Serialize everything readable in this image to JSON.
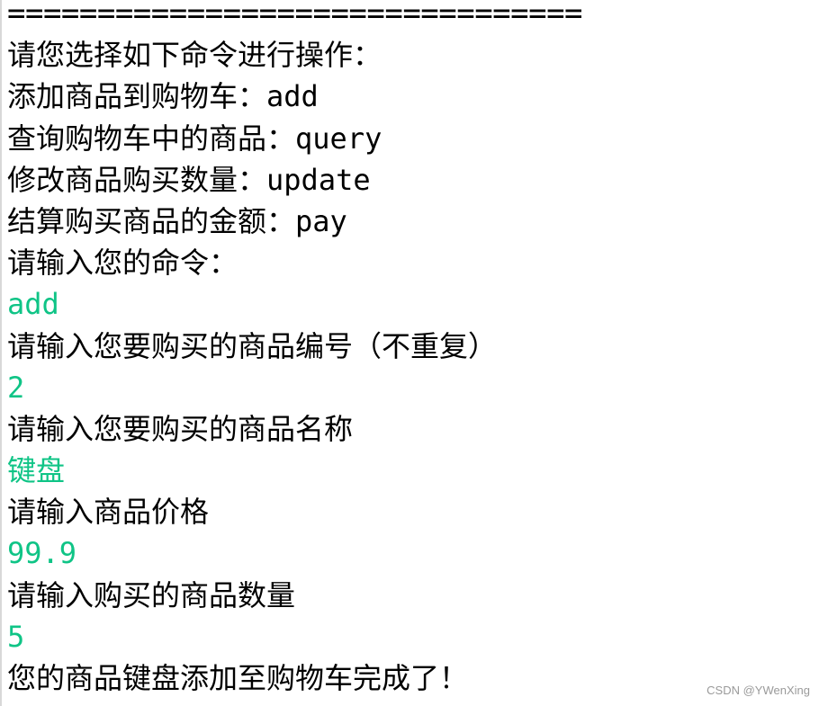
{
  "console": {
    "separator": "================================",
    "menu_title": "请您选择如下命令进行操作：",
    "menu_items": [
      {
        "label": "添加商品到购物车：",
        "command": "add"
      },
      {
        "label": "查询购物车中的商品：",
        "command": "query"
      },
      {
        "label": "修改商品购买数量：",
        "command": "update"
      },
      {
        "label": "结算购买商品的金额：",
        "command": "pay"
      }
    ],
    "prompt_command": "请输入您的命令：",
    "input_command": "add",
    "prompt_id": "请输入您要购买的商品编号（不重复）",
    "input_id": "2",
    "prompt_name": "请输入您要购买的商品名称",
    "input_name": "键盘",
    "prompt_price": "请输入商品价格",
    "input_price": "99.9",
    "prompt_quantity": "请输入购买的商品数量",
    "input_quantity": "5",
    "result_message": "您的商品键盘添加至购物车完成了！"
  },
  "colors": {
    "user_input": "#0fc486",
    "output_text": "#000000"
  },
  "watermark": "CSDN @YWenXing"
}
